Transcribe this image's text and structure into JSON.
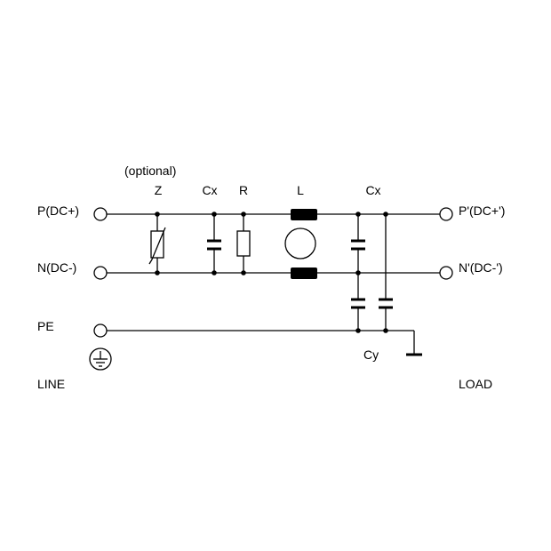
{
  "labels": {
    "optional": "(optional)",
    "z": "Z",
    "cx_left": "Cx",
    "r": "R",
    "l": "L",
    "cx_right": "Cx",
    "cy": "Cy",
    "p_in": "P(DC+)",
    "n_in": "N(DC-)",
    "pe": "PE",
    "line": "LINE",
    "p_out": "P'(DC+')",
    "n_out": "N'(DC-')",
    "load": "LOAD"
  },
  "icons": {
    "terminal": "terminal-circle-icon",
    "ground": "ground-icon"
  }
}
